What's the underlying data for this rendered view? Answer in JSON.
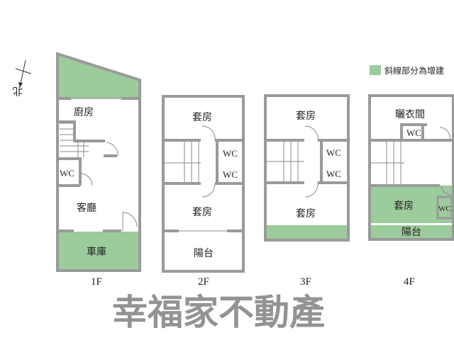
{
  "legend": {
    "label": "斜線部分為增建",
    "color": "#9ccb9c"
  },
  "north_label": "北",
  "watermark": "幸福家不動產",
  "floors": [
    {
      "name": "1F",
      "rooms": [
        "廚房",
        "WC",
        "客廳",
        "車庫"
      ]
    },
    {
      "name": "2F",
      "rooms": [
        "套房",
        "WC",
        "WC",
        "套房",
        "陽台"
      ]
    },
    {
      "name": "3F",
      "rooms": [
        "套房",
        "WC",
        "WC",
        "套房"
      ]
    },
    {
      "name": "4F",
      "rooms": [
        "曬衣間",
        "WC",
        "套房",
        "WC",
        "陽台"
      ]
    }
  ]
}
